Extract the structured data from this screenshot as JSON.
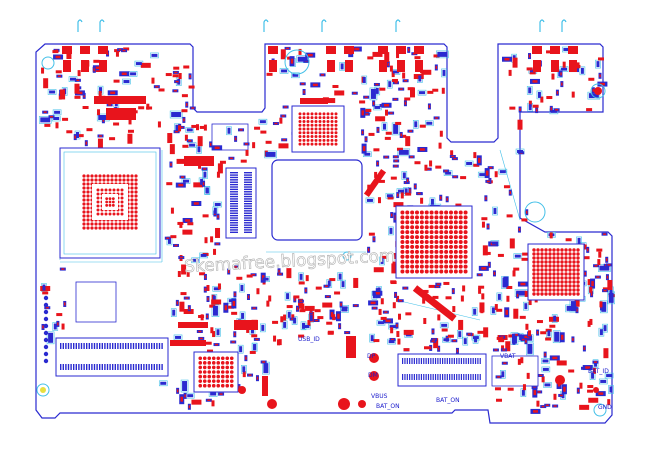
{
  "watermark": "Skemafree.blogspot.com",
  "labels": {
    "usb_id": "USB_ID",
    "dp": "DP",
    "dm": "DM",
    "vbus": "VBUS",
    "bat_on_1": "BAT_ON",
    "bat_on_2": "BAT_ON",
    "vbat": "VBAT",
    "bat_id": "BAT_ID",
    "gnd": "GND"
  },
  "colors": {
    "outline": "#2a2ad0",
    "pad": "#e8141c",
    "silk": "#44c0e8",
    "text": "#1a1acc"
  }
}
